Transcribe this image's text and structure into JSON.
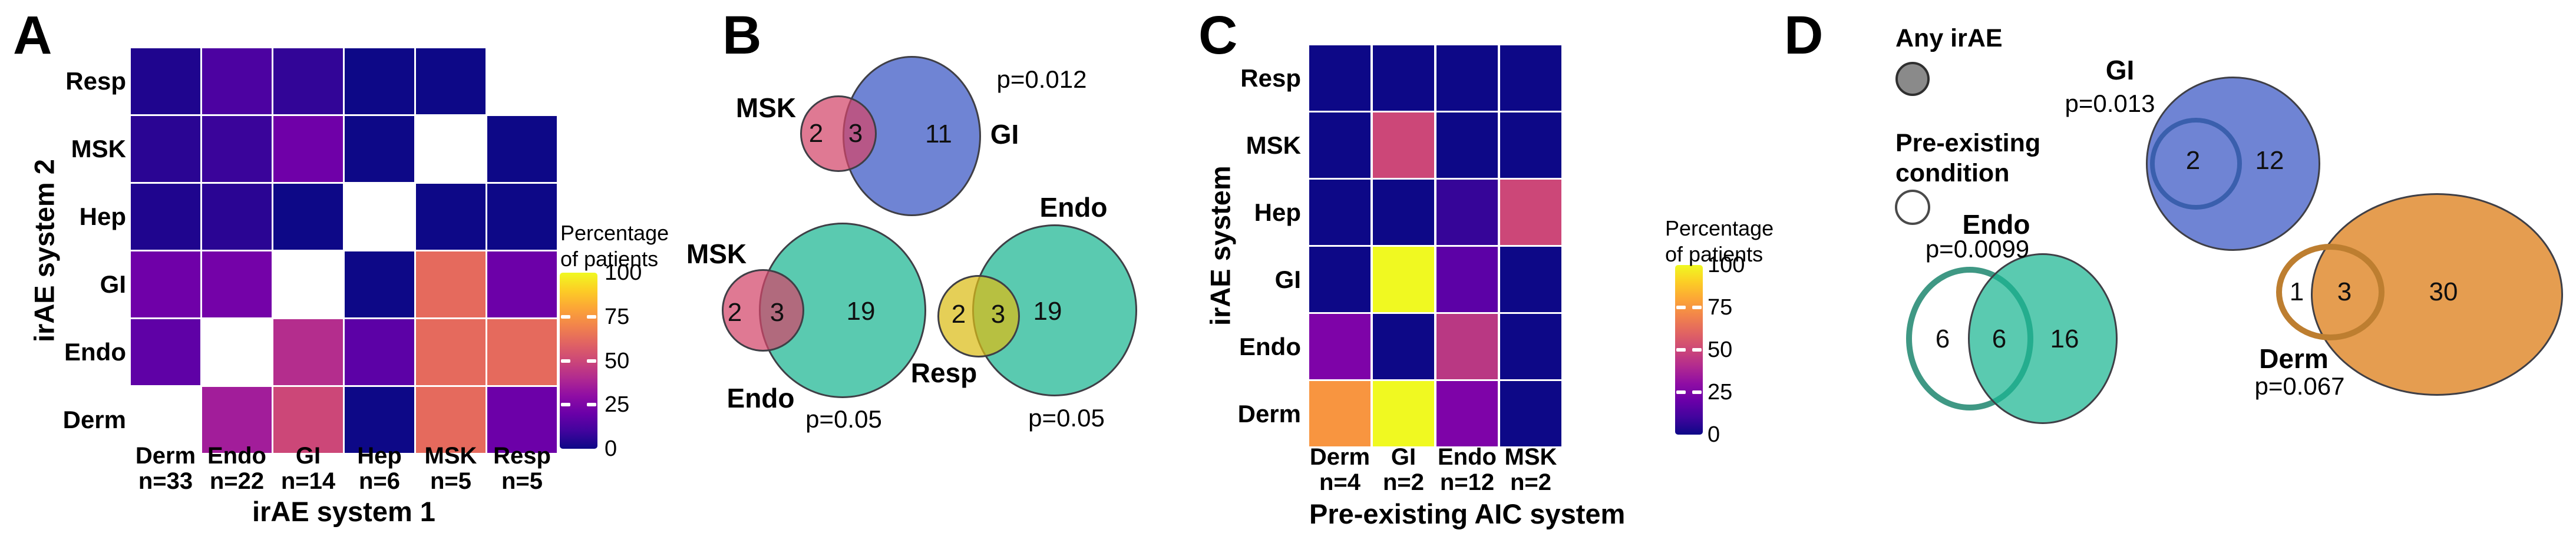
{
  "panel_letters": {
    "a": "A",
    "b": "B",
    "c": "C",
    "d": "D"
  },
  "legend_d": {
    "any_irae": "Any irAE",
    "pre_existing": "Pre-existing\ncondition"
  },
  "chart_data": [
    {
      "type": "heatmap",
      "panel": "A",
      "xlabel": "irAE system 1",
      "ylabel": "irAE system 2",
      "rows": [
        "Resp",
        "MSK",
        "Hep",
        "GI",
        "Endo",
        "Derm"
      ],
      "columns": [
        "Derm",
        "Endo",
        "GI",
        "Hep",
        "MSK",
        "Resp"
      ],
      "column_n": [
        "n=33",
        "n=22",
        "n=14",
        "n=6",
        "n=5",
        "n=5"
      ],
      "values_pct_est": [
        [
          3,
          14,
          7,
          0,
          0,
          null
        ],
        [
          6,
          9,
          21,
          0,
          null,
          0
        ],
        [
          3,
          5,
          0,
          null,
          0,
          0
        ],
        [
          21,
          23,
          null,
          0,
          60,
          20
        ],
        [
          18,
          null,
          43,
          17,
          60,
          60
        ],
        [
          null,
          36,
          50,
          0,
          60,
          20
        ]
      ],
      "cell_colors": [
        [
          "#1f058e",
          "#4c02a1",
          "#320597",
          "#0d0887",
          "#0d0887",
          null
        ],
        [
          "#2a0593",
          "#3a049a",
          "#6f00a8",
          "#0d0887",
          null,
          "#0d0887"
        ],
        [
          "#1f058e",
          "#2a0593",
          "#0d0887",
          null,
          "#0d0887",
          "#0d0887"
        ],
        [
          "#6f00a8",
          "#7402a8",
          null,
          "#0d0887",
          "#e56a5d",
          "#6c00a8"
        ],
        [
          "#5f01a6",
          null,
          "#b42d8d",
          "#5c01a6",
          "#e56a5d",
          "#e56a5d"
        ],
        [
          null,
          "#a21d9a",
          "#cc4778",
          "#0d0887",
          "#e56a5d",
          "#6c00a8"
        ]
      ],
      "legend": {
        "title": "Percentage\nof patients",
        "ticks": [
          100,
          75,
          50,
          25,
          0
        ],
        "range": [
          0,
          100
        ]
      }
    },
    {
      "type": "venn",
      "panel": "B",
      "p": "p=0.012",
      "sets": [
        {
          "name": "MSK",
          "color": "#e07d97"
        },
        {
          "name": "GI",
          "color": "#7488d6"
        }
      ],
      "counts": {
        "left_only": 2,
        "overlap": 3,
        "right_only": 11
      }
    },
    {
      "type": "venn",
      "panel": "B",
      "p": "p=0.05",
      "sets": [
        {
          "name": "MSK",
          "color": "#e07d97"
        },
        {
          "name": "Endo",
          "color": "#5fcbb2"
        }
      ],
      "counts": {
        "left_only": 2,
        "overlap": 3,
        "right_only": 19
      }
    },
    {
      "type": "venn",
      "panel": "B",
      "p": "p=0.05",
      "sets": [
        {
          "name": "Resp",
          "color": "#e6d05c"
        },
        {
          "name": "Endo",
          "color": "#5fcbb2"
        }
      ],
      "counts": {
        "left_only": 2,
        "overlap": 3,
        "right_only": 19
      }
    },
    {
      "type": "heatmap",
      "panel": "C",
      "xlabel": "Pre-existing AIC system",
      "ylabel": "irAE system",
      "rows": [
        "Resp",
        "MSK",
        "Hep",
        "GI",
        "Endo",
        "Derm"
      ],
      "columns": [
        "Derm",
        "GI",
        "Endo",
        "MSK"
      ],
      "column_n": [
        "n=4",
        "n=2",
        "n=12",
        "n=2"
      ],
      "values_pct_est": [
        [
          0,
          0,
          0,
          0
        ],
        [
          0,
          50,
          0,
          0
        ],
        [
          0,
          0,
          8,
          50
        ],
        [
          0,
          100,
          17,
          0
        ],
        [
          25,
          0,
          42,
          0
        ],
        [
          75,
          100,
          25,
          0
        ]
      ],
      "cell_colors": [
        [
          "#0d0887",
          "#0d0887",
          "#0d0887",
          "#0d0887"
        ],
        [
          "#0d0887",
          "#cc4778",
          "#0d0887",
          "#0d0887"
        ],
        [
          "#0d0887",
          "#0d0887",
          "#360598",
          "#cc4778"
        ],
        [
          "#0d0887",
          "#f0f921",
          "#5c01a6",
          "#0d0887"
        ],
        [
          "#7e03a8",
          "#0d0887",
          "#b93883",
          "#0d0887"
        ],
        [
          "#f89540",
          "#f0f921",
          "#7e03a8",
          "#0d0887"
        ]
      ],
      "legend": {
        "title": "Percentage\nof patients",
        "ticks": [
          100,
          75,
          50,
          25,
          0
        ],
        "range": [
          0,
          100
        ]
      }
    },
    {
      "type": "venn",
      "panel": "D",
      "system": "GI",
      "p": "p=0.013",
      "counts": {
        "pre_and_irae": 2,
        "irae_only": 12
      }
    },
    {
      "type": "venn",
      "panel": "D",
      "system": "Endo",
      "p": "p=0.0099",
      "counts": {
        "pre_only": 6,
        "pre_and_irae": 6,
        "irae_only": 16
      }
    },
    {
      "type": "venn",
      "panel": "D",
      "system": "Derm",
      "p": "p=0.067",
      "counts": {
        "pre_only": 1,
        "pre_and_irae": 3,
        "irae_only": 30
      }
    }
  ]
}
